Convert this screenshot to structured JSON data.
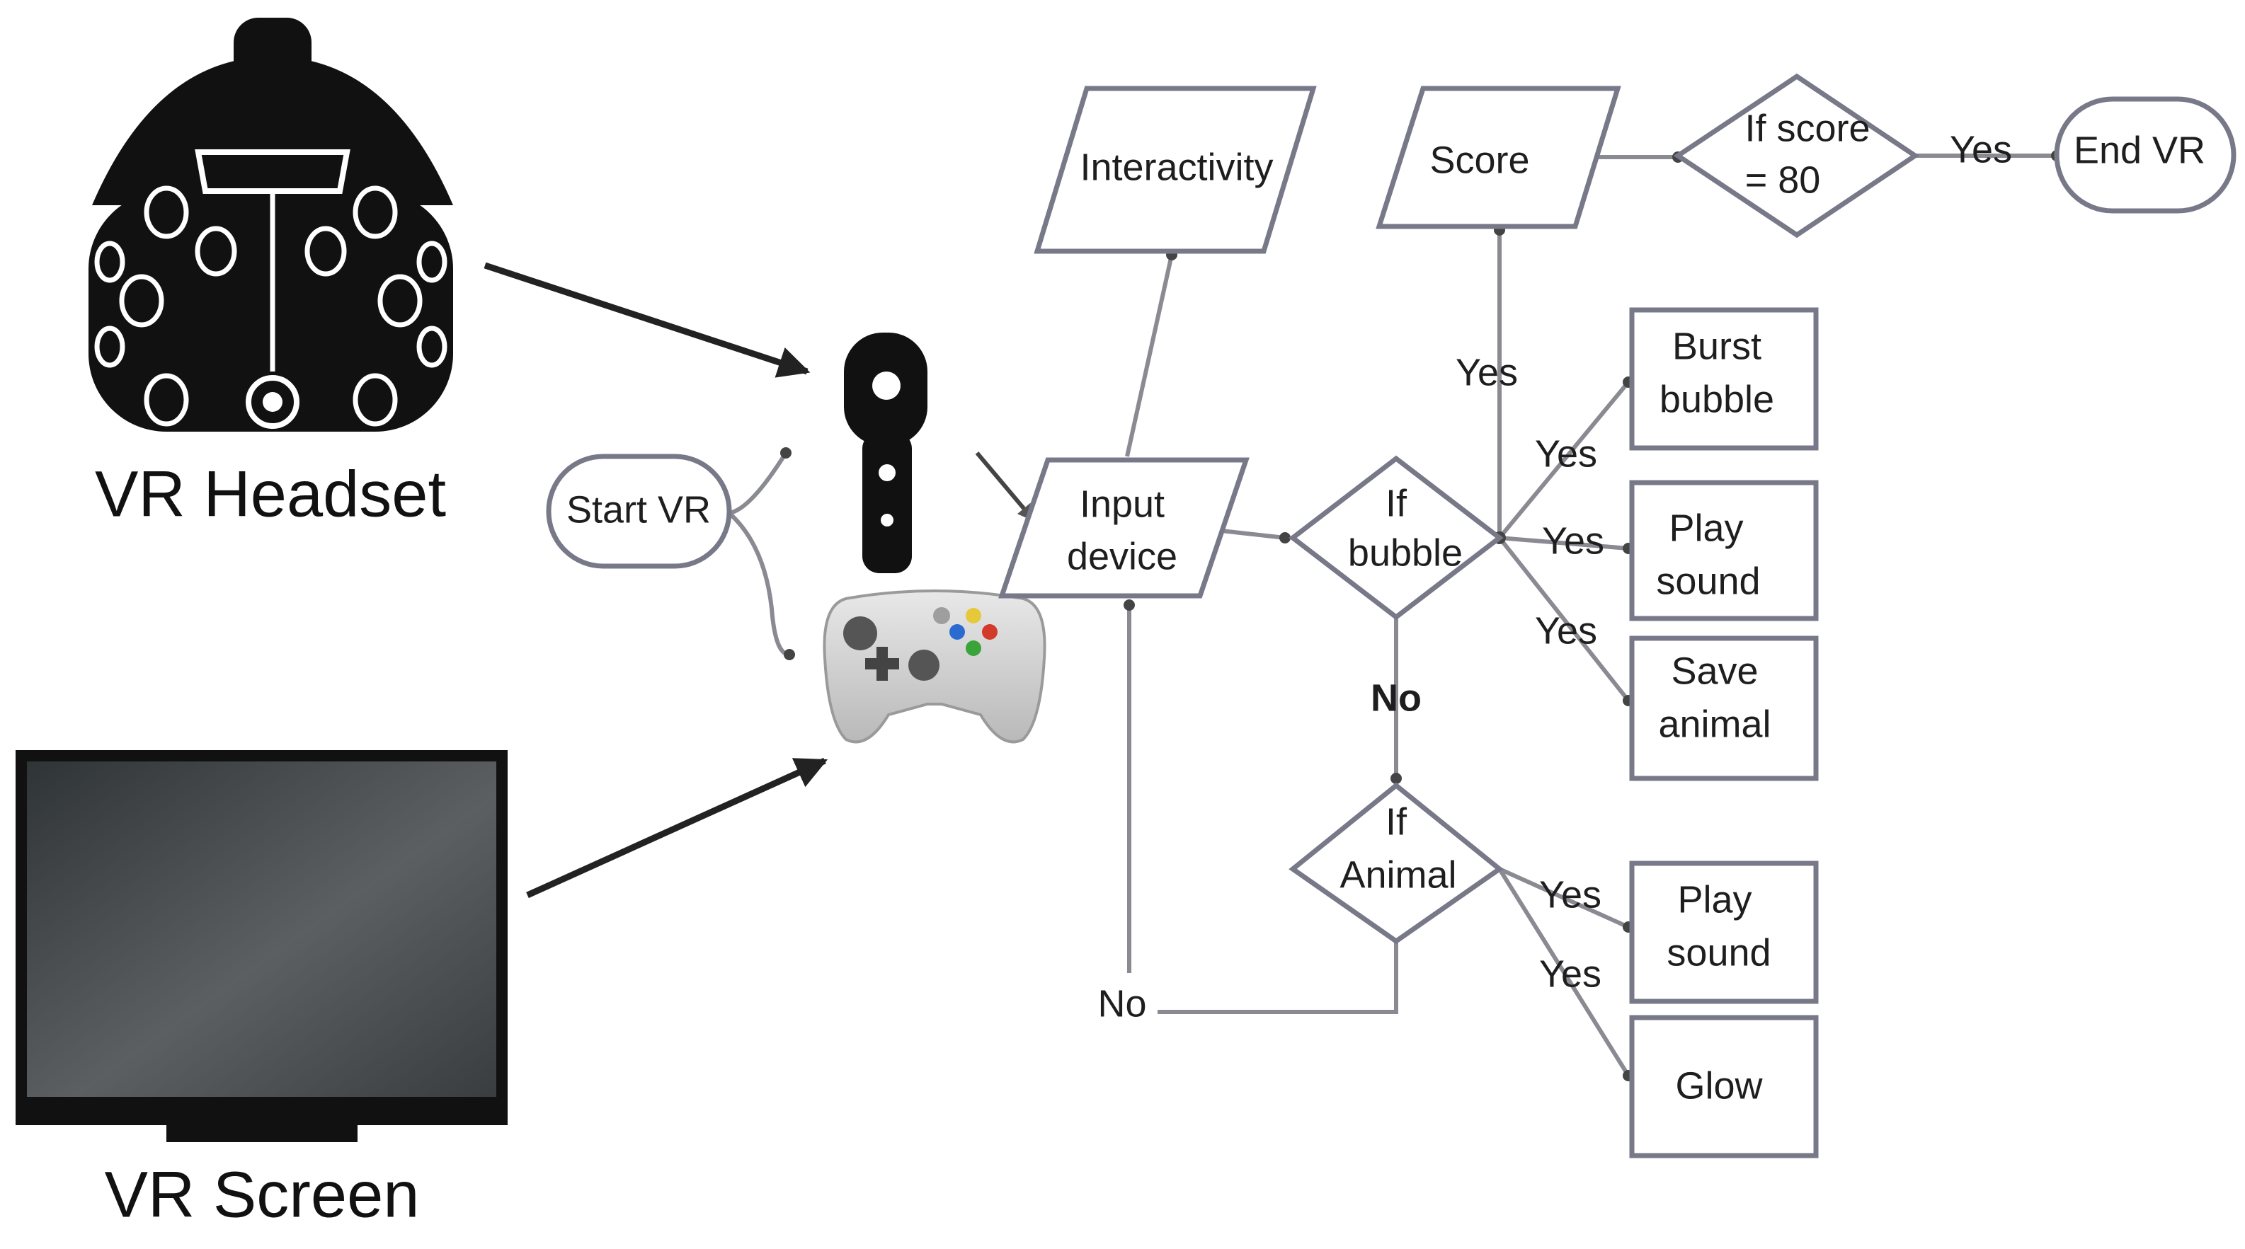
{
  "devices": {
    "headset_label": "VR Headset",
    "screen_label": "VR Screen",
    "icons": [
      "vr-headset-icon",
      "vr-controller-icon",
      "gamepad-icon",
      "monitor-icon"
    ]
  },
  "flow": {
    "start": "Start VR",
    "interactivity": "Interactivity",
    "input_line1": "Input",
    "input_line2": "device",
    "bubble_line1": "If",
    "bubble_line2": "bubble",
    "score": "Score",
    "score_check_line1": "If score",
    "score_check_line2": "= 80",
    "end": "End VR",
    "burst_line1": "Burst",
    "burst_line2": "bubble",
    "play1_line1": "Play",
    "play1_line2": "sound",
    "save_line1": "Save",
    "save_line2": "animal",
    "animal_line1": "If",
    "animal_line2": "Animal",
    "play2_line1": "Play",
    "play2_line2": "sound",
    "glow": "Glow"
  },
  "edge_labels": {
    "yes_score": "Yes",
    "yes_end": "Yes",
    "yes_burst": "Yes",
    "yes_play": "Yes",
    "yes_save": "Yes",
    "no_bubble": "No",
    "yes_animal_play": "Yes",
    "yes_glow": "Yes",
    "no_animal": "No"
  },
  "colors": {
    "shape_stroke": "#777988",
    "connector": "#8a8a92",
    "device": "#111111",
    "screen_dark": "#2f3436",
    "screen_light": "#6a6e70"
  }
}
